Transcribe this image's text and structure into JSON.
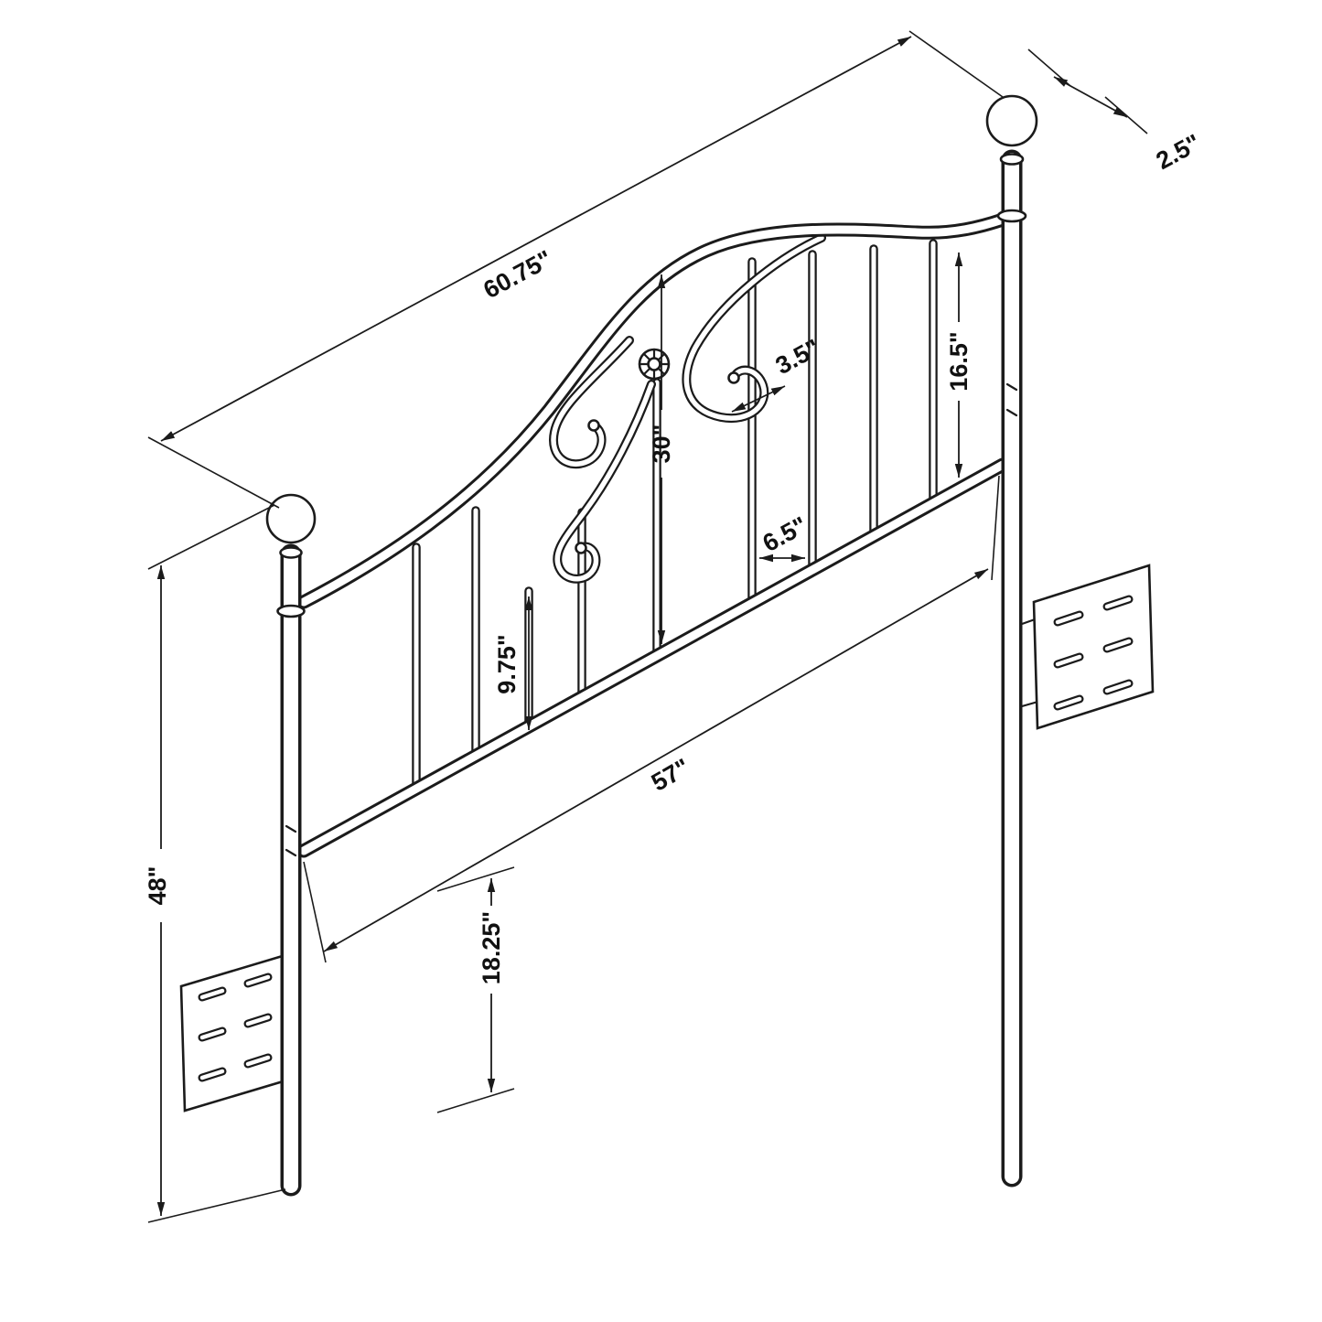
{
  "diagram": {
    "name": "Metal headboard dimensional line drawing",
    "units": "inches",
    "labels": {
      "overall_width": "60.75\"",
      "finial_diameter": "2.5\"",
      "spindle_gap_small": "3.5\"",
      "grille_height": "16.5\"",
      "arch_height": "30\"",
      "spindle_gap_large": "6.5\"",
      "short_spindle_height": "9.75\"",
      "inner_width": "57\"",
      "leg_height": "18.25\"",
      "overall_height": "48\""
    }
  }
}
